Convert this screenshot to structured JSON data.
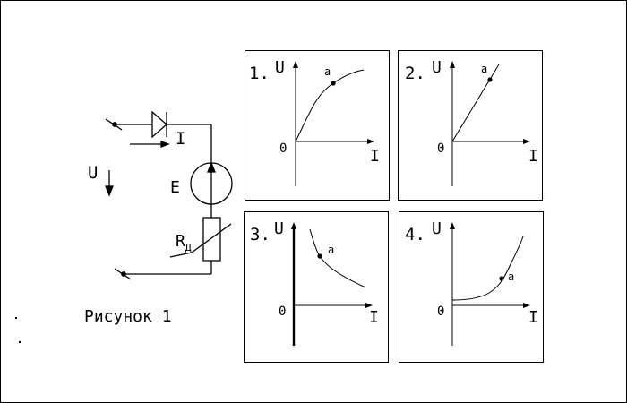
{
  "figure": {
    "caption": "Рисунок 1"
  },
  "circuit": {
    "voltage_label": "U",
    "current_label": "I",
    "emf_label": "E",
    "resistor_label_main": "R",
    "resistor_label_sub": "Д"
  },
  "graphs": [
    {
      "number": "1.",
      "y_axis": "U",
      "x_axis": "I",
      "origin": "0",
      "point": "a",
      "curve": "concave-saturating"
    },
    {
      "number": "2.",
      "y_axis": "U",
      "x_axis": "I",
      "origin": "0",
      "point": "a",
      "curve": "linear"
    },
    {
      "number": "3.",
      "y_axis": "U",
      "x_axis": "I",
      "origin": "0",
      "point": "a",
      "curve": "hyperbolic-decreasing"
    },
    {
      "number": "4.",
      "y_axis": "U",
      "x_axis": "I",
      "origin": "0",
      "point": "a",
      "curve": "exponential-increasing"
    }
  ]
}
